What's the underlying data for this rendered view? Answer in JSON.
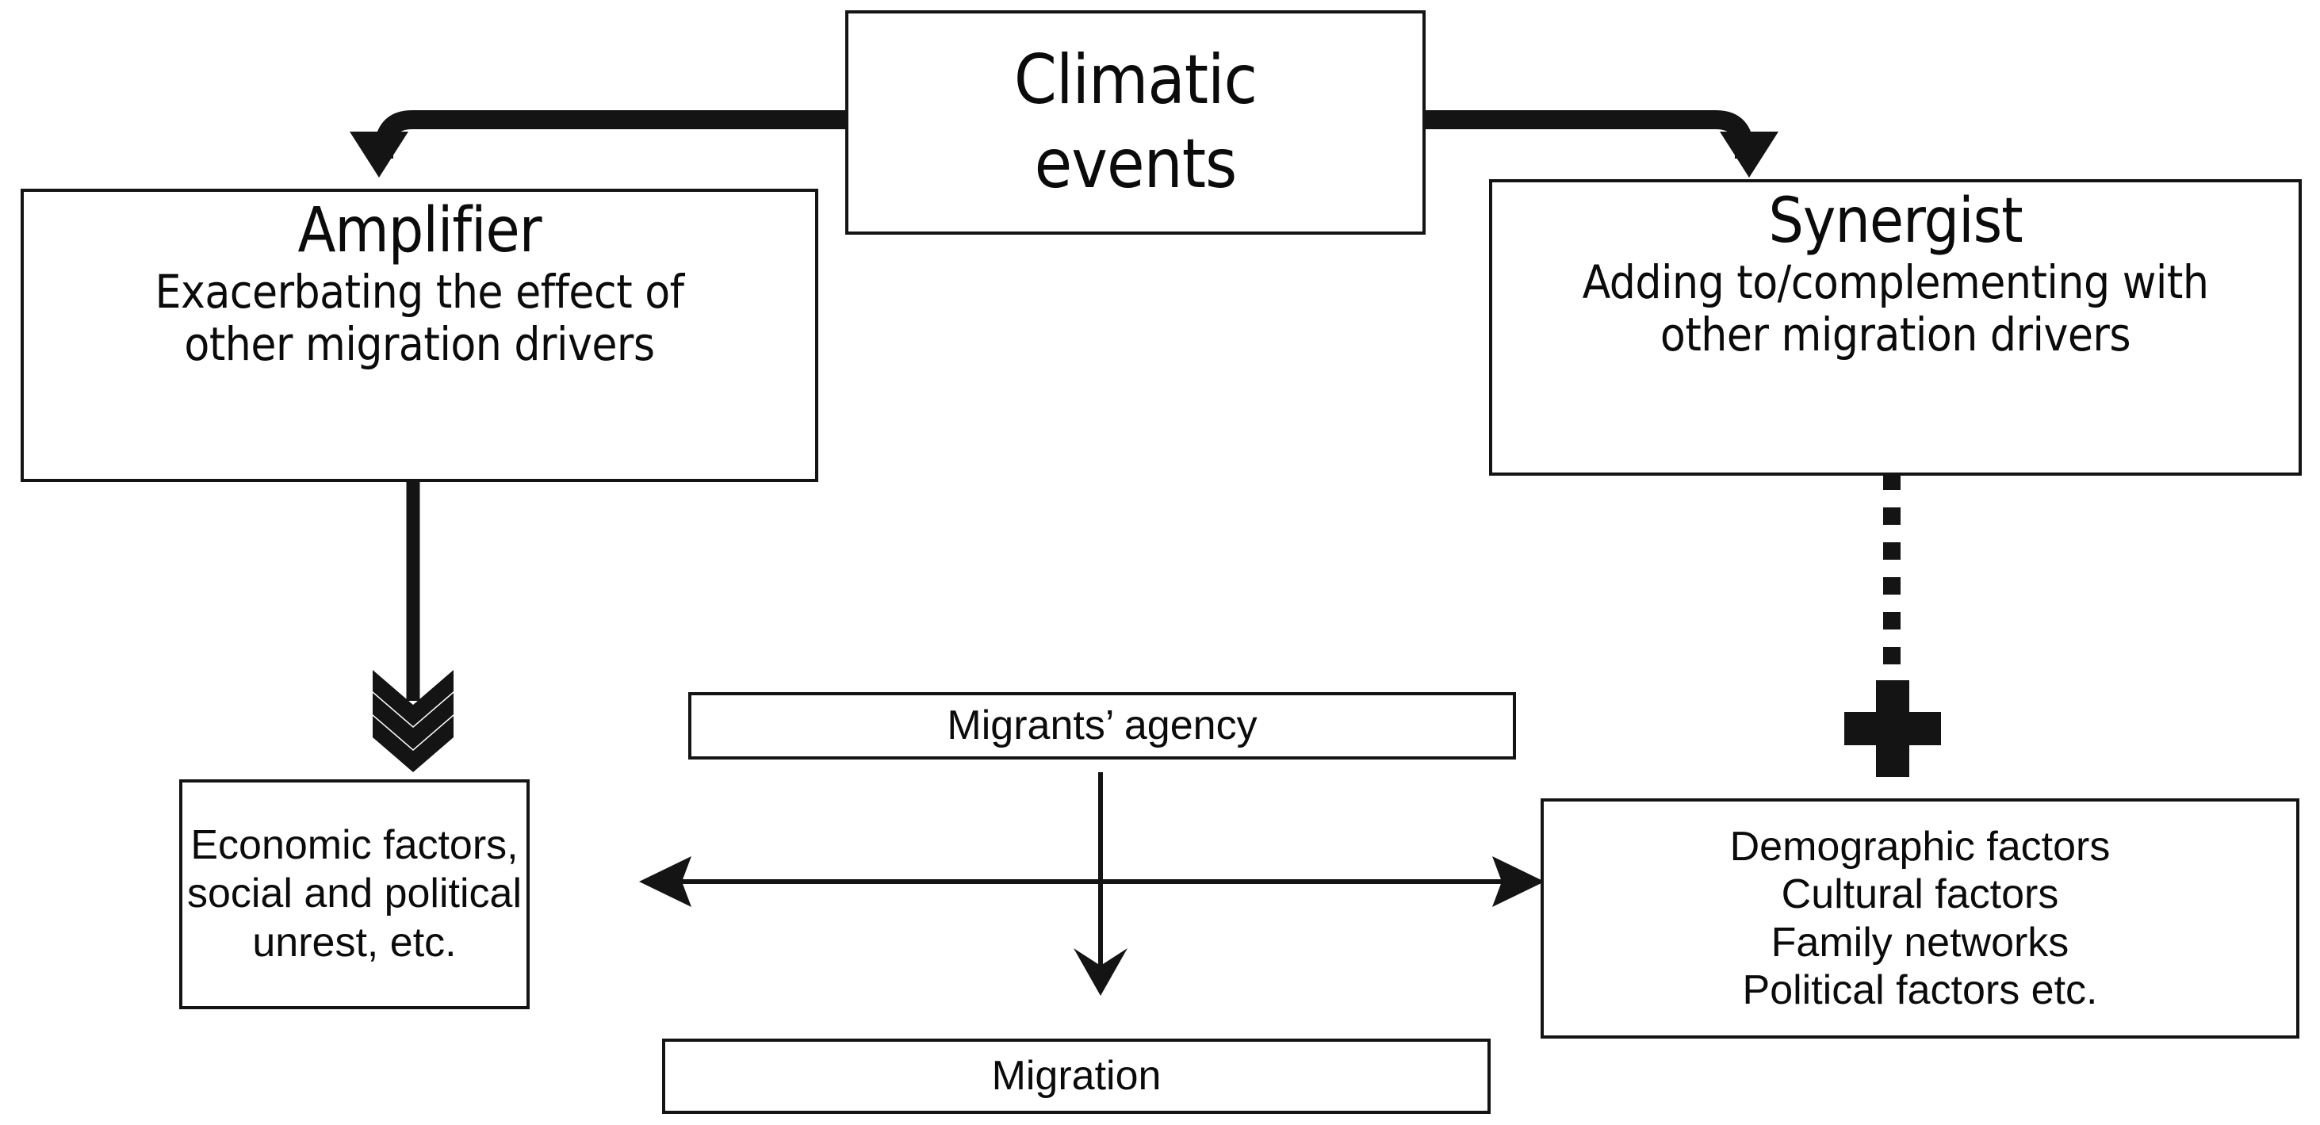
{
  "diagram": {
    "title_box": {
      "name": "climatic-events",
      "lines": [
        "Climatic",
        "events"
      ]
    },
    "amplifier": {
      "title": "Amplifier",
      "description_lines": [
        "Exacerbating the effect of",
        "other migration drivers"
      ]
    },
    "synergist": {
      "title": "Synergist",
      "description_lines": [
        "Adding to/complementing with",
        "other migration drivers"
      ]
    },
    "economic_box": {
      "lines": [
        "Economic factors,",
        "social and political",
        "unrest, etc."
      ]
    },
    "destination_box": {
      "lines": [
        "Demographic factors",
        "Cultural factors",
        "Family networks",
        "Political factors etc."
      ]
    },
    "agency_box": {
      "label": "Migrants’ agency"
    },
    "migration_box": {
      "label": "Migration"
    },
    "connectors": [
      {
        "name": "climatic-to-amplifier",
        "style": "thick-elbow-arrow",
        "direction": "left-then-down"
      },
      {
        "name": "climatic-to-synergist",
        "style": "thick-elbow-arrow",
        "direction": "right-then-down"
      },
      {
        "name": "amplifier-to-economic",
        "style": "thick-line-triple-chevron",
        "direction": "down"
      },
      {
        "name": "synergist-to-destination",
        "style": "dotted-line-plus",
        "direction": "down"
      },
      {
        "name": "economic-destination-link",
        "style": "thin-double-arrow",
        "direction": "horizontal"
      },
      {
        "name": "agency-to-migration",
        "style": "thin-arrow",
        "direction": "down"
      }
    ],
    "symbols": {
      "plus_sign": "+"
    },
    "colors": {
      "stroke": "#141414",
      "background": "#ffffff",
      "text": "#0b0b0b"
    }
  }
}
